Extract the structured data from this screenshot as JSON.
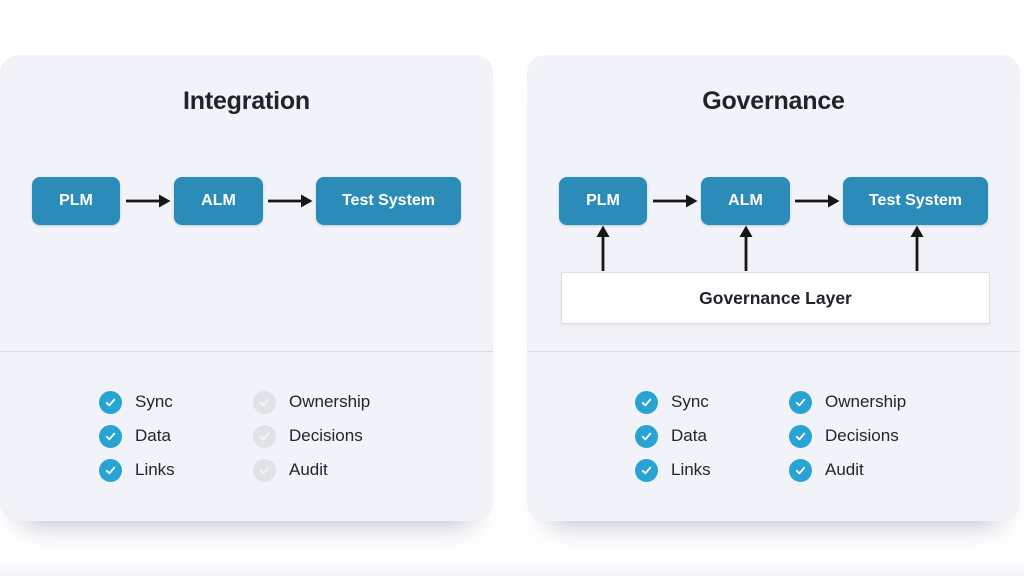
{
  "colors": {
    "card-bg": "#f1f3f8",
    "node-blue": "#2b8cba",
    "check-blue": "#29a3d4",
    "check-gray": "#e0e2e8",
    "text-dark": "#20232d",
    "divider": "#d9dbe1",
    "arrow": "#171717"
  },
  "cards": [
    {
      "title": "Integration",
      "flow": {
        "nodes": [
          "PLM",
          "ALM",
          "Test System"
        ]
      },
      "checklist": [
        {
          "label": "Sync",
          "checked": true
        },
        {
          "label": "Data",
          "checked": true
        },
        {
          "label": "Links",
          "checked": true
        },
        {
          "label": "Ownership",
          "checked": false
        },
        {
          "label": "Decisions",
          "checked": false
        },
        {
          "label": "Audit",
          "checked": false
        }
      ]
    },
    {
      "title": "Governance",
      "flow": {
        "nodes": [
          "PLM",
          "ALM",
          "Test System"
        ],
        "governance_layer_label": "Governance Layer"
      },
      "checklist": [
        {
          "label": "Sync",
          "checked": true
        },
        {
          "label": "Data",
          "checked": true
        },
        {
          "label": "Links",
          "checked": true
        },
        {
          "label": "Ownership",
          "checked": true
        },
        {
          "label": "Decisions",
          "checked": true
        },
        {
          "label": "Audit",
          "checked": true
        }
      ]
    }
  ]
}
